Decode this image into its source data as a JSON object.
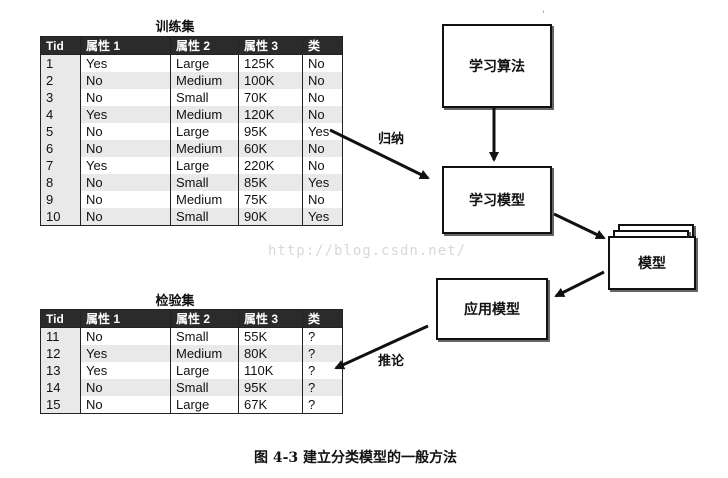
{
  "training": {
    "title": "训练集",
    "headers": [
      "Tid",
      "属性 1",
      "属性 2",
      "属性 3",
      "类"
    ],
    "rows": [
      [
        "1",
        "Yes",
        "Large",
        "125K",
        "No"
      ],
      [
        "2",
        "No",
        "Medium",
        "100K",
        "No"
      ],
      [
        "3",
        "No",
        "Small",
        "70K",
        "No"
      ],
      [
        "4",
        "Yes",
        "Medium",
        "120K",
        "No"
      ],
      [
        "5",
        "No",
        "Large",
        "95K",
        "Yes"
      ],
      [
        "6",
        "No",
        "Medium",
        "60K",
        "No"
      ],
      [
        "7",
        "Yes",
        "Large",
        "220K",
        "No"
      ],
      [
        "8",
        "No",
        "Small",
        "85K",
        "Yes"
      ],
      [
        "9",
        "No",
        "Medium",
        "75K",
        "No"
      ],
      [
        "10",
        "No",
        "Small",
        "90K",
        "Yes"
      ]
    ]
  },
  "test": {
    "title": "检验集",
    "headers": [
      "Tid",
      "属性 1",
      "属性 2",
      "属性 3",
      "类"
    ],
    "rows": [
      [
        "11",
        "No",
        "Small",
        "55K",
        "?"
      ],
      [
        "12",
        "Yes",
        "Medium",
        "80K",
        "?"
      ],
      [
        "13",
        "Yes",
        "Large",
        "110K",
        "?"
      ],
      [
        "14",
        "No",
        "Small",
        "95K",
        "?"
      ],
      [
        "15",
        "No",
        "Large",
        "67K",
        "?"
      ]
    ]
  },
  "flow": {
    "learning_algorithm": "学习算法",
    "learn_model": "学习模型",
    "model": "模型",
    "apply_model": "应用模型",
    "induction": "归纳",
    "deduction": "推论"
  },
  "watermark": "http://blog.csdn.net/",
  "figure_caption": "图 4-3    建立分类模型的一般方法"
}
